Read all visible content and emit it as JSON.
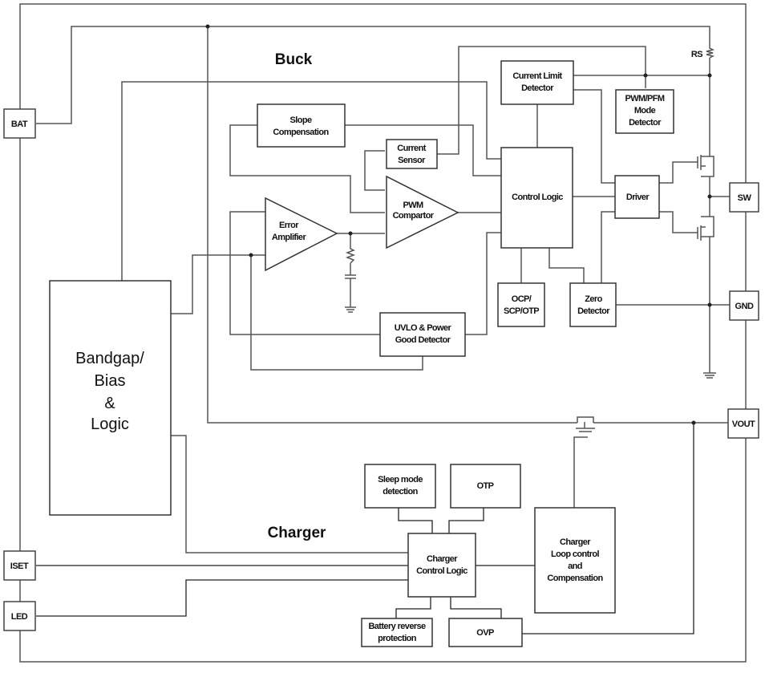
{
  "sections": {
    "buck": "Buck",
    "charger": "Charger"
  },
  "pins": {
    "bat": "BAT",
    "iset": "ISET",
    "led": "LED",
    "sw": "SW",
    "gnd": "GND",
    "vout": "VOUT"
  },
  "resistor_label": "RS",
  "blocks": {
    "bandgap": [
      "Bandgap/",
      "Bias",
      "&",
      "Logic"
    ],
    "slope_comp": [
      "Slope",
      "Compensation"
    ],
    "current_sensor": [
      "Current",
      "Sensor"
    ],
    "current_limit": [
      "Current Limit",
      "Detector"
    ],
    "pwm_pfm": [
      "PWM/PFM",
      "Mode",
      "Detector"
    ],
    "error_amp": [
      "Error",
      "Amplifier"
    ],
    "pwm_comp": [
      "PWM",
      "Compartor"
    ],
    "control_logic": [
      "Control Logic"
    ],
    "driver": [
      "Driver"
    ],
    "ocp": [
      "OCP/",
      "SCP/OTP"
    ],
    "zero_det": [
      "Zero",
      "Detector"
    ],
    "uvlo": [
      "UVLO & Power",
      "Good Detector"
    ],
    "sleep": [
      "Sleep mode",
      "detection"
    ],
    "otp": [
      "OTP"
    ],
    "charger_ctrl": [
      "Charger",
      "Control Logic"
    ],
    "charger_loop": [
      "Charger",
      "Loop control",
      "and",
      "Compensation"
    ],
    "batt_rev": [
      "Battery reverse",
      "protection"
    ],
    "ovp": [
      "OVP"
    ]
  }
}
